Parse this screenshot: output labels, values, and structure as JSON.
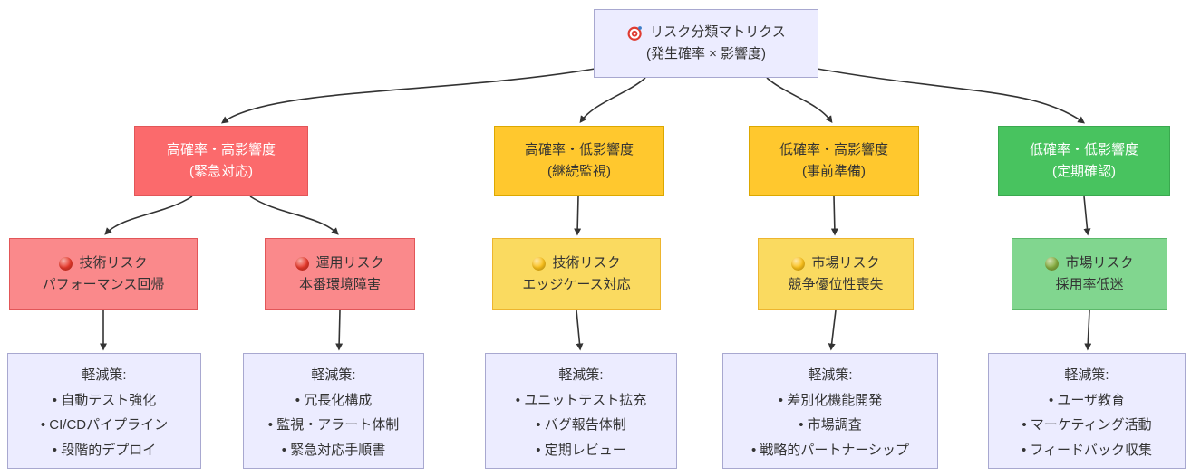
{
  "root": {
    "icon": "target-icon",
    "title": "リスク分類マトリクス",
    "subtitle": "(発生確率 × 影響度)",
    "bg": "#ececff",
    "border": "#a8a8d0",
    "text_color": "#333333"
  },
  "quadrants": [
    {
      "title": "高確率・高影響度",
      "subtitle": "(緊急対応)",
      "bg": "#fb6a6c",
      "border": "#e25658",
      "text_color": "#ffffff"
    },
    {
      "title": "高確率・低影響度",
      "subtitle": "(継続監視)",
      "bg": "#ffc82e",
      "border": "#dca800",
      "text_color": "#333333"
    },
    {
      "title": "低確率・高影響度",
      "subtitle": "(事前準備)",
      "bg": "#ffc82e",
      "border": "#dca800",
      "text_color": "#333333"
    },
    {
      "title": "低確率・低影響度",
      "subtitle": "(定期確認)",
      "bg": "#48c35f",
      "border": "#3aa94f",
      "text_color": "#ffffff"
    }
  ],
  "risks": [
    {
      "icon": "red-circle-icon",
      "dot_color": "#e8392b",
      "title": "技術リスク",
      "subtitle": "パフォーマンス回帰",
      "bg": "#fa898b",
      "border": "#e25658",
      "text_color": "#333333"
    },
    {
      "icon": "red-circle-icon",
      "dot_color": "#e8392b",
      "title": "運用リスク",
      "subtitle": "本番環境障害",
      "bg": "#fa898b",
      "border": "#e25658",
      "text_color": "#333333"
    },
    {
      "icon": "yellow-circle-icon",
      "dot_color": "#fcc21b",
      "title": "技術リスク",
      "subtitle": "エッジケース対応",
      "bg": "#fada60",
      "border": "#edb52e",
      "text_color": "#333333"
    },
    {
      "icon": "yellow-circle-icon",
      "dot_color": "#fcc21b",
      "title": "市場リスク",
      "subtitle": "競争優位性喪失",
      "bg": "#fada60",
      "border": "#edb52e",
      "text_color": "#333333"
    },
    {
      "icon": "green-circle-icon",
      "dot_color": "#86ad3f",
      "title": "市場リスク",
      "subtitle": "採用率低迷",
      "bg": "#81d68f",
      "border": "#5cb96a",
      "text_color": "#333333"
    }
  ],
  "mitigations": [
    {
      "heading": "軽減策:",
      "items": [
        "• 自動テスト強化",
        "• CI/CDパイプライン",
        "• 段階的デプロイ"
      ],
      "bg": "#ececff",
      "border": "#a8a8d0",
      "text_color": "#333333"
    },
    {
      "heading": "軽減策:",
      "items": [
        "• 冗長化構成",
        "• 監視・アラート体制",
        "• 緊急対応手順書"
      ],
      "bg": "#ececff",
      "border": "#a8a8d0",
      "text_color": "#333333"
    },
    {
      "heading": "軽減策:",
      "items": [
        "• ユニットテスト拡充",
        "• バグ報告体制",
        "• 定期レビュー"
      ],
      "bg": "#ececff",
      "border": "#a8a8d0",
      "text_color": "#333333"
    },
    {
      "heading": "軽減策:",
      "items": [
        "• 差別化機能開発",
        "• 市場調査",
        "• 戦略的パートナーシップ"
      ],
      "bg": "#ececff",
      "border": "#a8a8d0",
      "text_color": "#333333"
    },
    {
      "heading": "軽減策:",
      "items": [
        "• ユーザ教育",
        "• マーケティング活動",
        "• フィードバック収集"
      ],
      "bg": "#ececff",
      "border": "#a8a8d0",
      "text_color": "#333333"
    }
  ],
  "edge_color": "#333333"
}
